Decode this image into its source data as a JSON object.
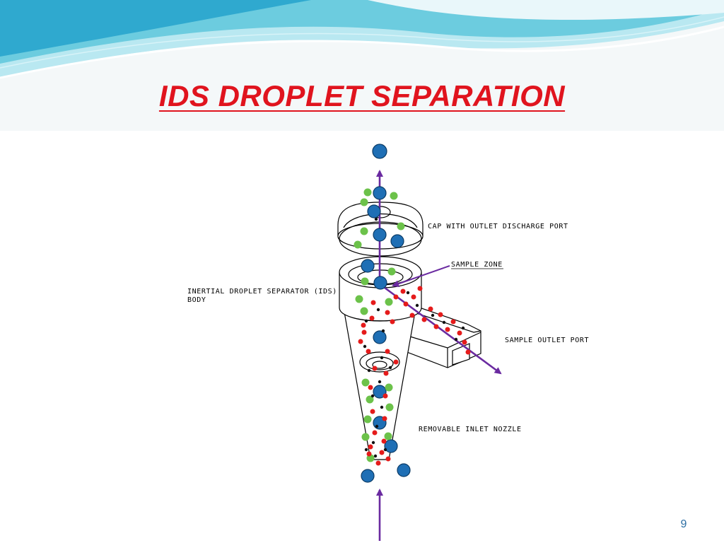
{
  "slide": {
    "title": "IDS DROPLET SEPARATION",
    "page_number": "9"
  },
  "labels": {
    "cap": "CAP WITH OUTLET DISCHARGE PORT",
    "sample_zone": "SAMPLE ZONE",
    "ids_body_line1": "INERTIAL DROPLET SEPARATOR (IDS)",
    "ids_body_line2": "BODY",
    "sample_outlet": "SAMPLE OUTLET PORT",
    "inlet_nozzle": "REMOVABLE INLET NOZZLE"
  },
  "colors": {
    "title": "#e0141e",
    "arrow": "#6a2aa0",
    "droplet_large": "#1f6fb5",
    "droplet_medium": "#6cc24a",
    "droplet_small": "#e51b1b",
    "banner_light": "#a9e3ef",
    "banner_dark": "#39b6d6"
  }
}
